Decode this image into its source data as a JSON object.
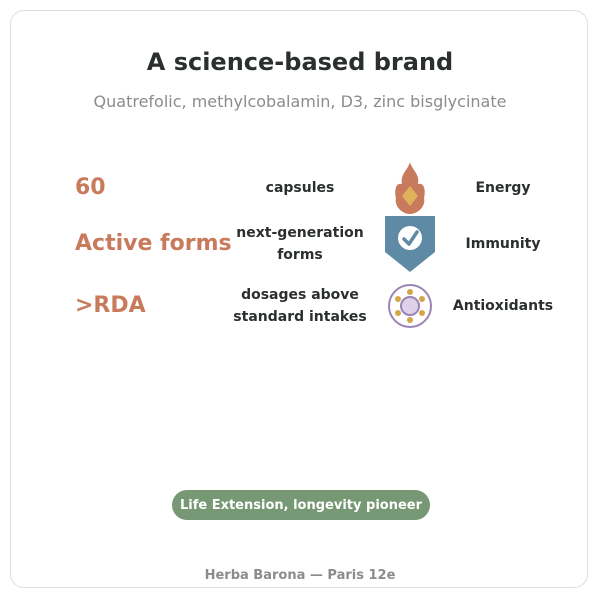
{
  "header": {
    "title": "A science-based brand",
    "subtitle": "Quatrefolic, methylcobalamin, D3, zinc bisglycinate"
  },
  "rows": [
    {
      "stat": "60",
      "desc": "capsules",
      "benefit": "Energy",
      "icon": "flame-icon"
    },
    {
      "stat": "Active forms",
      "desc": "next-generation forms",
      "benefit": "Immunity",
      "icon": "shield-check-icon"
    },
    {
      "stat": ">RDA",
      "desc": "dosages above standard intakes",
      "benefit": "Antioxidants",
      "icon": "molecule-icon"
    }
  ],
  "badge": {
    "label": "Life Extension, longevity pioneer"
  },
  "footer": {
    "label": "Herba Barona — Paris 12e"
  },
  "colors": {
    "accent_terracotta": "#c77a5c",
    "accent_blue": "#5f8aa6",
    "accent_purple": "#9b83b7",
    "accent_gold": "#d3a64a",
    "badge_green": "#779874",
    "muted_text": "#8a8d89"
  }
}
